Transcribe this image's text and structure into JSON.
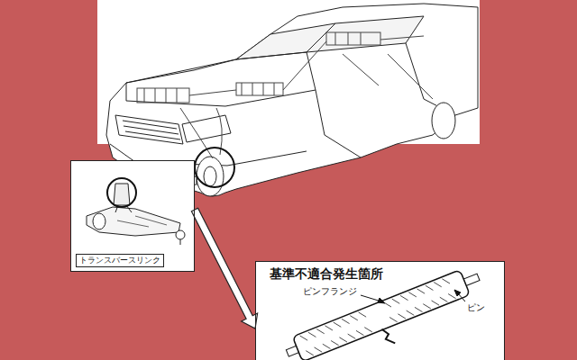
{
  "diagram": {
    "nodes": [
      {
        "text": [
          "トランスバースリンク"
        ]
      },
      {
        "text": [
          "基準不適合発生箇所"
        ]
      }
    ],
    "edges": [
      {
        "from": 0,
        "to": 1,
        "arrow": "to"
      }
    ],
    "labels": [
      "ピンフランジ",
      "ピン"
    ]
  }
}
